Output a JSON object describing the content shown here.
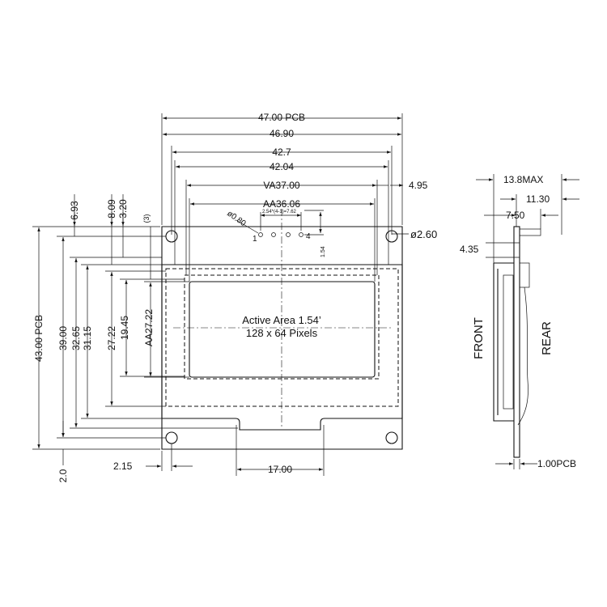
{
  "front_view": {
    "dims_horizontal": {
      "pcb_width": "47.00 PCB",
      "outer_width": "46.90",
      "hole_pitch": "42.7",
      "glass_width": "42.04",
      "view_area": "VA37.00",
      "active_area": "AA36.06",
      "hole_offset": "4.95",
      "left_offset": "2.15",
      "tab_width": "17.00"
    },
    "dims_vertical": {
      "pcb_height": "43.00 PCB",
      "v_39": "39.00",
      "v_32": "32.65",
      "v_31": "31.15",
      "v_27": "27.22",
      "v_19": "19.45",
      "aa_height": "AA27.22",
      "top_6": "6.93",
      "top_8": "8.09",
      "top_3": "3.20",
      "top_paren": "(3)",
      "bottom_2": "2.0"
    },
    "pins": {
      "pin_first": "1",
      "pin_last": "4",
      "pin_pitch": "2.54*(4-1)=7.62",
      "pin_hole": "ø0.80",
      "pin_row_offset": "1.54"
    },
    "mount_hole": "ø2.60",
    "active_area_label": "Active Area 1.54’",
    "resolution_label": "128 x 64 Pixels"
  },
  "side_view": {
    "max_thickness": "13.8MAX",
    "dim_11": "11.30",
    "dim_7": "7.50",
    "dim_4": "4.35",
    "pcb_thickness": "1.00PCB",
    "front_label": "FRONT",
    "rear_label": "REAR"
  }
}
